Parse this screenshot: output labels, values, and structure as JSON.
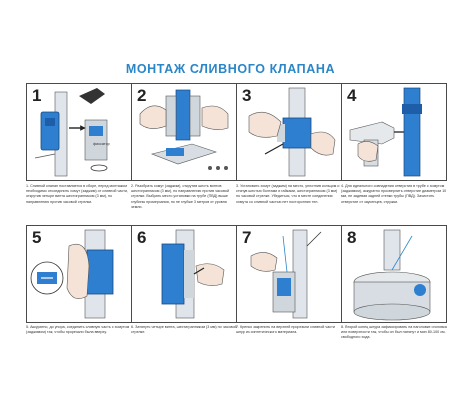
{
  "title": "МОНТАЖ СЛИВНОГО КЛАПАНА",
  "label_fixator": "фиксатор",
  "steps": [
    {
      "number": "1",
      "caption": "1. Сливной клапан поставляется в сборе, перед монтажом необходимо отсоединить хомут (заджим) от сливной части, открутив четыре винта шестигранником (3 мм), по направлению против часовой стрелки."
    },
    {
      "number": "2",
      "caption": "2. Разобрать хомут (заджим), открутив шесть винтов шестигранником (3 мм), по направлению против часовой стрелки. Выбрать место установки на трубе (ПВД) выше глубины промерзания, но не глубже 3 метров от уровня земли."
    },
    {
      "number": "3",
      "caption": "3. Установить хомут (заджим) на место, уплотнив кольцом и стянув шестью болтами и гайками, шестигранником (3 мм) по часовой стрелке. Убедиться, что в месте соединения хомута со сливной частью нет посторонних тел."
    },
    {
      "number": "4",
      "caption": "4. Для идеального совпадения отверстия в трубе с хомутом (заджимом), аккуратно просверлить отверстие диаметром 10 мм, не задевая задней стенки трубы (ПВД). Зачистить отверстие от заусенцев, стружки."
    },
    {
      "number": "5",
      "caption": "5. Аккуратно, до упора, соединить сливную часть с хомутом (заджимом) так, чтобы прорезьпи была вверху."
    },
    {
      "number": "6",
      "caption": "6. Затянуть четыре винта, шестигранником (3 мм) по часовой стрелке."
    },
    {
      "number": "7",
      "caption": "7. Крепко закрепить на верхней прорезьпи сливной части шнур из синтетического материала."
    },
    {
      "number": "8",
      "caption": "8. Второй конец шнура зафиксировать на наголовке оголовка или поверхности так, чтобы он был натянут и мин 80-100 см. свободного хода."
    }
  ]
}
